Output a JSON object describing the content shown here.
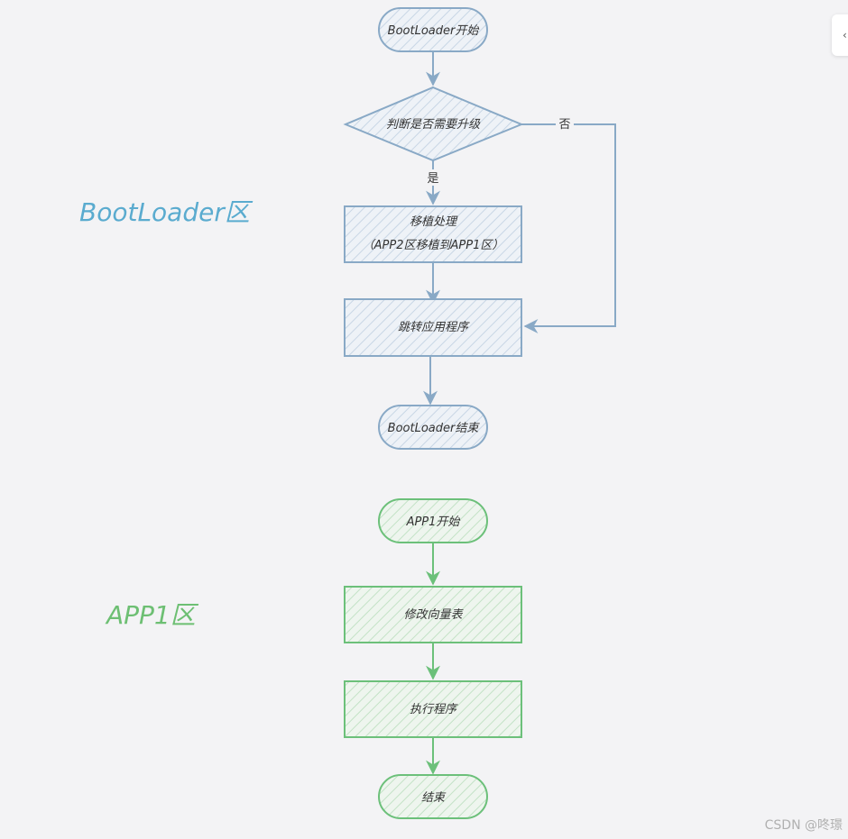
{
  "colors": {
    "background": "#f3f3f5",
    "blue_stroke": "#89a9c6",
    "blue_label": "#5aabcf",
    "green_stroke": "#6cc07a",
    "green_label": "#6dbf73",
    "text": "#333333"
  },
  "regions": {
    "bootloader_label": "BootLoader区",
    "app1_label": "APP1区"
  },
  "bootloader_flow": {
    "start": "BootLoader开始",
    "decision": "判断是否需要升级",
    "yes_label": "是",
    "no_label": "否",
    "migrate_title": "移植处理",
    "migrate_detail": "（APP2区移植到APP1区）",
    "jump": "跳转应用程序",
    "end": "BootLoader结束"
  },
  "app1_flow": {
    "start": "APP1开始",
    "modify_vector": "修改向量表",
    "execute": "执行程序",
    "end": "结束"
  },
  "side_tab": {
    "icon": "chevron-left-icon",
    "glyph": "‹"
  },
  "watermark": "CSDN @咚璟"
}
